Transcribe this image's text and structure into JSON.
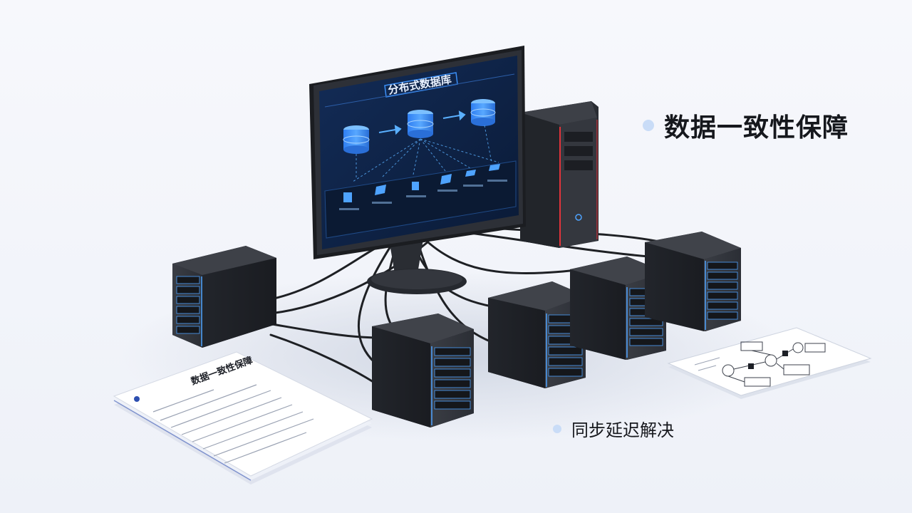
{
  "screen": {
    "title": "分布式数据库"
  },
  "callouts": {
    "consistency": "数据一致性保障",
    "latency": "同步延迟解决"
  },
  "document": {
    "heading": "数据一致性保障"
  },
  "colors": {
    "screen_bg": "#0d2142",
    "accent_blue": "#3b8ff7",
    "server_body": "#2b2e35",
    "server_led": "#4ea3ff",
    "tower_red": "#e2333b",
    "callout_dot": "#c9dcf7"
  },
  "icons": {
    "database": "database-icon",
    "arrow": "arrow-right-icon"
  }
}
